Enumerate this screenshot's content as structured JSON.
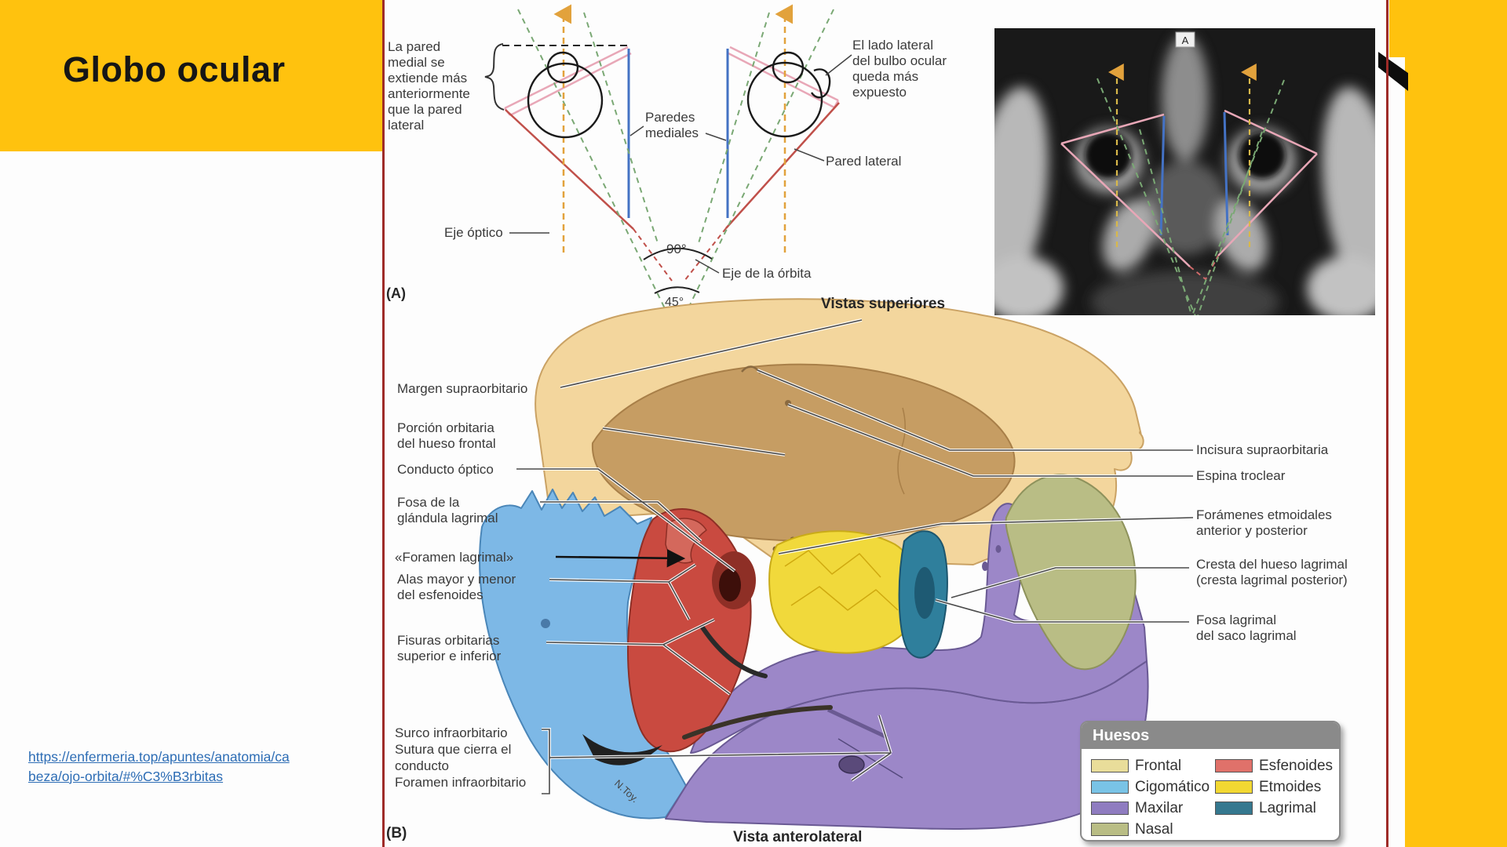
{
  "slide": {
    "title": "Globo ocular",
    "source_link": {
      "line1": "https://enfermeria.top/apuntes/anatomia/ca",
      "line2": "beza/ojo-orbita/#%C3%B3rbitas",
      "url": "https://enfermeria.top/apuntes/anatomia/cabeza/ojo-orbita/#%C3%B3rbitas"
    }
  },
  "figure_a": {
    "panel_label": "(A)",
    "caption": "Vistas superiores",
    "mri_marker": "A",
    "annotations": {
      "medial_wall_note": "La pared\nmedial se\nextiende más\nanteriormente\nque la pared\nlateral",
      "paredes_mediales": "Paredes\nmediales",
      "eje_optico": "Eje óptico",
      "angle_90": "90°",
      "angle_45": "45°",
      "eje_orbita": "Eje de la órbita",
      "lateral_note": "El lado lateral\ndel bulbo ocular\nqueda más\nexpuesto",
      "pared_lateral": "Pared lateral"
    }
  },
  "figure_b": {
    "panel_label": "(B)",
    "caption": "Vista anterolateral",
    "signature": "N.Toy.",
    "labels_left": [
      {
        "text": "Margen supraorbitario"
      },
      {
        "text": "Porción orbitaria\ndel hueso frontal"
      },
      {
        "text": "Conducto óptico"
      },
      {
        "text": "Fosa de la\nglándula lagrimal"
      },
      {
        "text": "«Foramen lagrimal»"
      },
      {
        "text": "Alas mayor y menor\ndel esfenoides"
      },
      {
        "text": "Fisuras orbitarias\nsuperior e inferior"
      },
      {
        "text": "Surco infraorbitario\nSutura que cierra el\nconducto\nForamen infraorbitario"
      }
    ],
    "labels_right": [
      {
        "text": "Incisura supraorbitaria"
      },
      {
        "text": "Espina troclear"
      },
      {
        "text": "Forámenes etmoidales\nanterior y posterior"
      },
      {
        "text": "Cresta del hueso lagrimal\n(cresta lagrimal posterior)"
      },
      {
        "text": "Fosa lagrimal\ndel saco lagrimal"
      }
    ]
  },
  "legend": {
    "title": "Huesos",
    "items": [
      {
        "label": "Frontal",
        "color": "#e9dd9a"
      },
      {
        "label": "Esfenoides",
        "color": "#e0716a"
      },
      {
        "label": "Cigomático",
        "color": "#79c3e6"
      },
      {
        "label": "Etmoides",
        "color": "#f2d832"
      },
      {
        "label": "Maxilar",
        "color": "#8f7cc0"
      },
      {
        "label": "Lagrimal",
        "color": "#35788f"
      },
      {
        "label": "Nasal",
        "color": "#b9bd85"
      }
    ]
  },
  "theme": {
    "accent_yellow": "#FFC20E",
    "frame_line_red": "#9e2b28",
    "link_blue": "#2d6db5",
    "legend_header_gray": "#8a8a8a"
  }
}
